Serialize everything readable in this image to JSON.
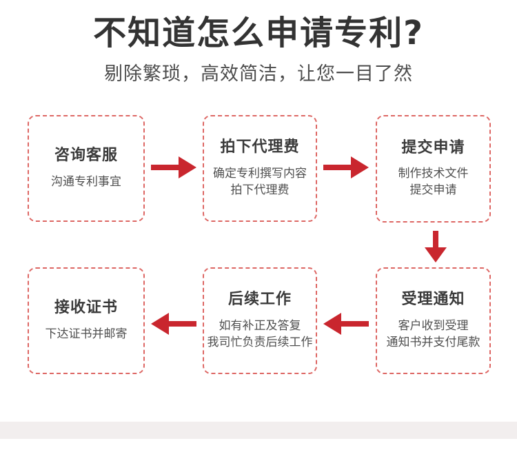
{
  "header": {
    "title": "不知道怎么申请专利?",
    "subtitle": "剔除繁琐，高效简洁，让您一目了然"
  },
  "steps": [
    {
      "title": "咨询客服",
      "desc_lines": [
        "沟通专利事宜"
      ]
    },
    {
      "title": "拍下代理费",
      "desc_lines": [
        "确定专利撰写内容",
        "拍下代理费"
      ]
    },
    {
      "title": "提交申请",
      "desc_lines": [
        "制作技术文件",
        "提交申请"
      ]
    },
    {
      "title": "受理通知",
      "desc_lines": [
        "客户收到受理",
        "通知书并支付尾款"
      ]
    },
    {
      "title": "后续工作",
      "desc_lines": [
        "如有补正及答复",
        "我司忙负责后续工作"
      ]
    },
    {
      "title": "接收证书",
      "desc_lines": [
        "下达证书并邮寄"
      ]
    }
  ],
  "colors": {
    "arrow_red": "#c9262e",
    "box_border_red": "#dd6663",
    "title_text": "#333333",
    "subtitle_text": "#4c4c4c",
    "step_title_text": "#3a3a3a",
    "step_desc_text": "#4f4f4f",
    "footer_bar": "#f2eeee",
    "background": "#ffffff"
  }
}
